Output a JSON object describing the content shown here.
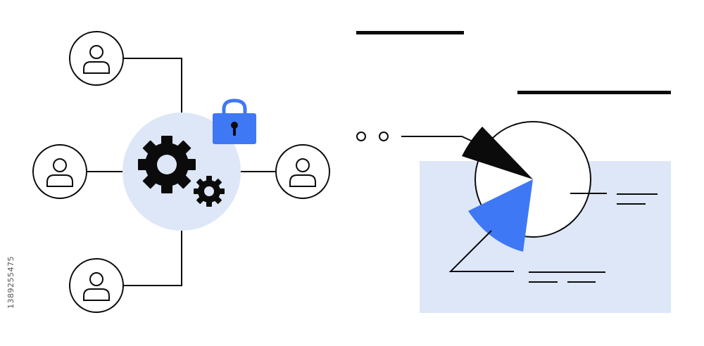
{
  "stock_id": "1389255475",
  "colors": {
    "accent_blue": "#3f78f5",
    "light_blue": "#dde7f8",
    "ink": "#0b0b0b",
    "background": "#ffffff"
  },
  "icons": {
    "user": "person-icon",
    "gears": "gears-icon",
    "lock": "padlock-icon",
    "pie": "pie-chart-icon"
  },
  "pie_chart": {
    "black_slice_fraction": 0.06,
    "blue_slice_fraction": 0.14
  }
}
